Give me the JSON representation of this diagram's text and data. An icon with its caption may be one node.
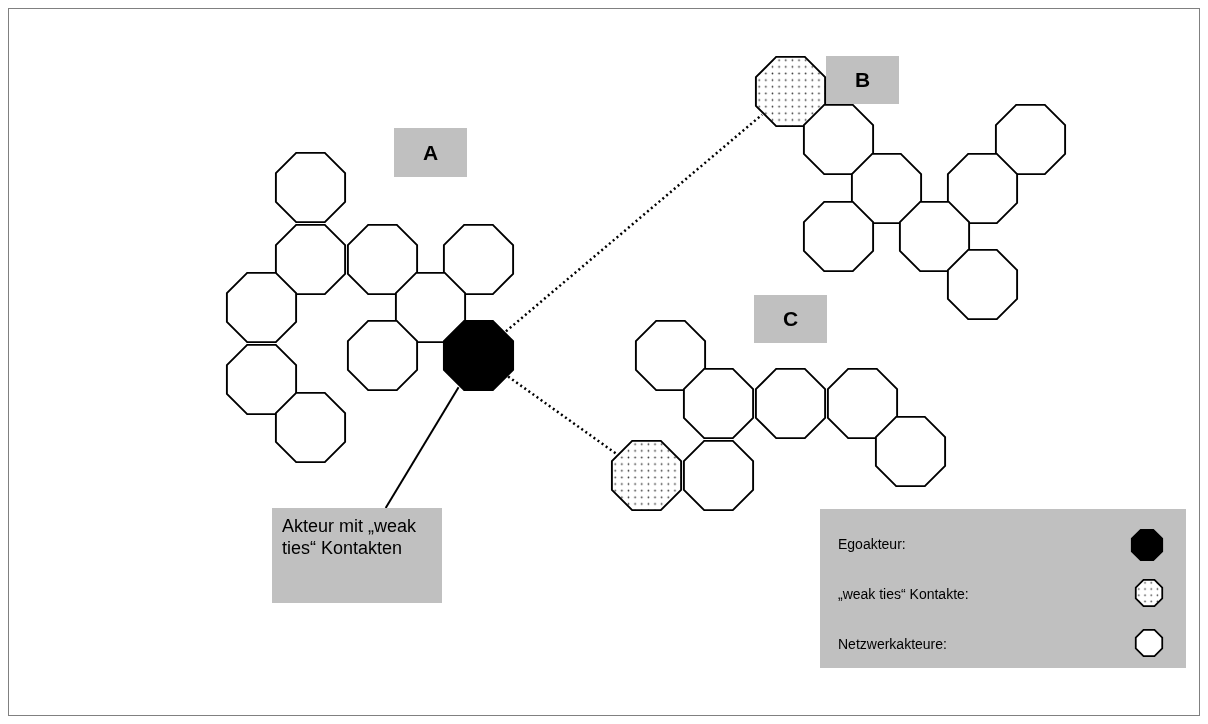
{
  "diagram": {
    "nodes": [
      {
        "text": [
          "A"
        ]
      },
      {
        "text": [],
        "shape": "octagon"
      },
      {
        "text": [],
        "shape": "octagon"
      },
      {
        "text": [],
        "shape": "octagon"
      },
      {
        "text": [],
        "shape": "octagon"
      },
      {
        "text": [],
        "shape": "octagon"
      },
      {
        "text": [],
        "shape": "octagon"
      },
      {
        "text": [],
        "shape": "octagon"
      },
      {
        "text": [],
        "shape": "octagon"
      },
      {
        "text": [],
        "shape": "octagon"
      },
      {
        "text": [],
        "shape": "octagon"
      },
      {
        "text": [
          "B"
        ]
      },
      {
        "text": [],
        "shape": "octagon"
      },
      {
        "text": [],
        "shape": "octagon"
      },
      {
        "text": [],
        "shape": "octagon"
      },
      {
        "text": [],
        "shape": "octagon"
      },
      {
        "text": [],
        "shape": "octagon"
      },
      {
        "text": [],
        "shape": "octagon"
      },
      {
        "text": [],
        "shape": "octagon"
      },
      {
        "text": [],
        "shape": "octagon"
      },
      {
        "text": [
          "C"
        ]
      },
      {
        "text": [],
        "shape": "octagon"
      },
      {
        "text": [],
        "shape": "octagon"
      },
      {
        "text": [],
        "shape": "octagon"
      },
      {
        "text": [],
        "shape": "octagon"
      },
      {
        "text": [],
        "shape": "octagon"
      },
      {
        "text": [],
        "shape": "octagon"
      },
      {
        "text": [],
        "shape": "octagon"
      },
      {
        "text": [
          "Akteur mit „weak ties“ Kontakten"
        ]
      }
    ],
    "edges": [
      {
        "from": 8,
        "to": 12,
        "arrow": "none",
        "style": "dashed"
      },
      {
        "from": 8,
        "to": 26,
        "arrow": "none",
        "style": "dashed"
      },
      {
        "from": 28,
        "to": 8,
        "arrow": "none"
      }
    ],
    "legend": [
      {
        "text": "Egoakteur:"
      },
      {
        "text": "„weak ties“ Kontakte:"
      },
      {
        "text": "Netzwerkakteure:"
      }
    ]
  }
}
